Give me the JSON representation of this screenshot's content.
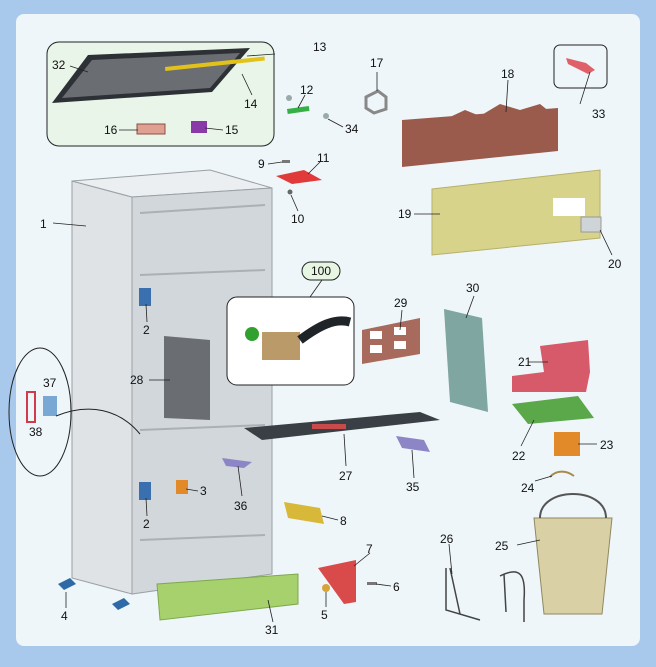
{
  "labels": {
    "l1": "1",
    "l2a": "2",
    "l2b": "2",
    "l3": "3",
    "l4": "4",
    "l5": "5",
    "l6": "6",
    "l7": "7",
    "l8": "8",
    "l9": "9",
    "l10": "10",
    "l11": "11",
    "l12": "12",
    "l13": "13",
    "l14": "14",
    "l15": "15",
    "l16": "16",
    "l17": "17",
    "l18": "18",
    "l19": "19",
    "l20": "20",
    "l21": "21",
    "l22": "22",
    "l23": "23",
    "l24": "24",
    "l25": "25",
    "l26": "26",
    "l27": "27",
    "l28": "28",
    "l29": "29",
    "l30": "30",
    "l31": "31",
    "l32": "32",
    "l33": "33",
    "l34": "34",
    "l35": "35",
    "l36": "36",
    "l37": "37",
    "l38": "38",
    "l100": "100"
  },
  "colors": {
    "frame_border": "#a9c9ec",
    "canvas": "#eef6f9",
    "inset_box": "#e9f5e9",
    "callout_badge": "#e7f6e3",
    "cabinet": "#dfe3e6",
    "panel_brown": "#9a5a4c",
    "panel_yellow": "#d8d38a",
    "panel_teal": "#7fa6a0",
    "panel_green": "#a6d16c",
    "part_red": "#d94a4a",
    "part_orange": "#e28a2a",
    "part_blue": "#3a6fb0",
    "part_purple": "#8c86c6",
    "bucket": "#d9d0a6"
  }
}
